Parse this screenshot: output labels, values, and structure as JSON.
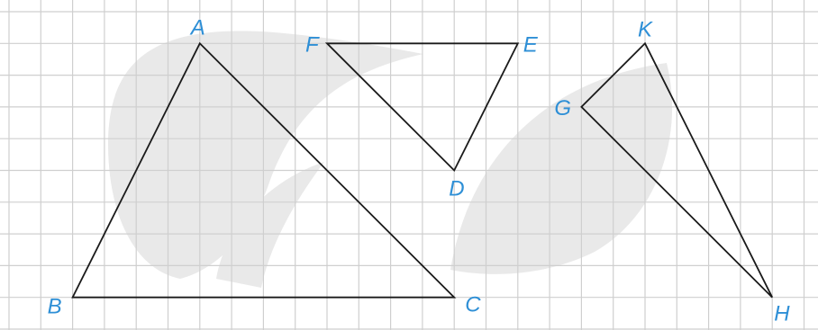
{
  "diagram": {
    "grid": {
      "columns": 25,
      "rows": 10
    },
    "colors": {
      "grid": "#cfcfcf",
      "edge": "#1a1a1a",
      "label": "#2e8fd6",
      "watermark": "#e9e9e9"
    },
    "vertices": {
      "A": {
        "label": "A",
        "col": 6,
        "row": 1
      },
      "B": {
        "label": "B",
        "col": 2,
        "row": 9
      },
      "C": {
        "label": "C",
        "col": 14,
        "row": 9
      },
      "D": {
        "label": "D",
        "col": 14,
        "row": 5
      },
      "E": {
        "label": "E",
        "col": 16,
        "row": 1
      },
      "F": {
        "label": "F",
        "col": 10,
        "row": 1
      },
      "G": {
        "label": "G",
        "col": 18,
        "row": 3
      },
      "H": {
        "label": "H",
        "col": 24,
        "row": 9
      },
      "K": {
        "label": "K",
        "col": 20,
        "row": 1
      }
    },
    "triangles": [
      {
        "name": "ABC",
        "vertices": [
          "A",
          "B",
          "C"
        ]
      },
      {
        "name": "DEF",
        "vertices": [
          "D",
          "E",
          "F"
        ]
      },
      {
        "name": "GHK",
        "vertices": [
          "G",
          "H",
          "K"
        ]
      }
    ]
  }
}
